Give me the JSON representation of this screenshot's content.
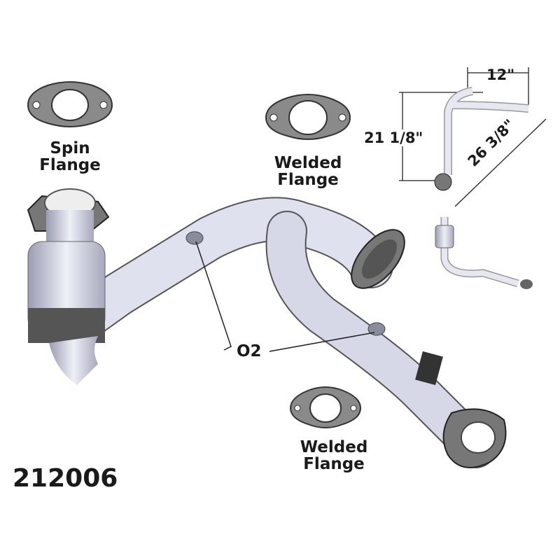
{
  "labels": {
    "spin_flange": [
      "Spin",
      "Flange"
    ],
    "welded_flange_top": [
      "Welded",
      "Flange"
    ],
    "welded_flange_bottom": [
      "Welded",
      "Flange"
    ],
    "o2": "O2",
    "part_number": "212006"
  },
  "dimensions": {
    "width": "12\"",
    "height": "21 1/8\"",
    "length": "26 3/8\""
  },
  "colors": {
    "pipe": "#d9dbe8",
    "pipe_shadow": "#a9abc0",
    "gasket": "#808080",
    "text": "#1a1a1a"
  }
}
